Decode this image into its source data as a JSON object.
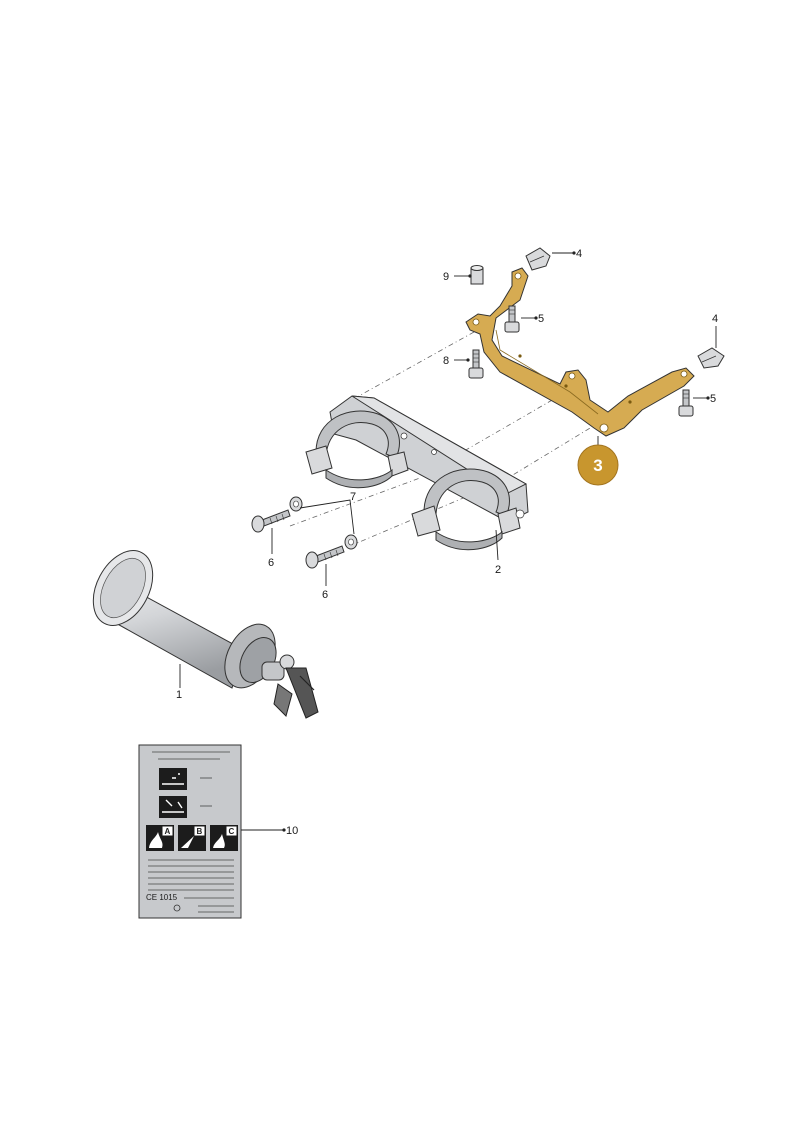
{
  "callouts": {
    "c1": "1",
    "c2": "2",
    "c3": "3",
    "c4a": "4",
    "c4b": "4",
    "c5a": "5",
    "c5b": "5",
    "c6a": "6",
    "c6b": "6",
    "c7": "7",
    "c8": "8",
    "c9": "9",
    "c10": "10"
  },
  "label_plate": {
    "class_a": "A",
    "class_b": "B",
    "class_c": "C",
    "cert_mark": "CE 1015"
  },
  "colors": {
    "highlight_bracket": "#c8a040",
    "badge_fill": "#c8962e",
    "part_fill": "#d9dadc",
    "part_shade": "#a9abae"
  }
}
